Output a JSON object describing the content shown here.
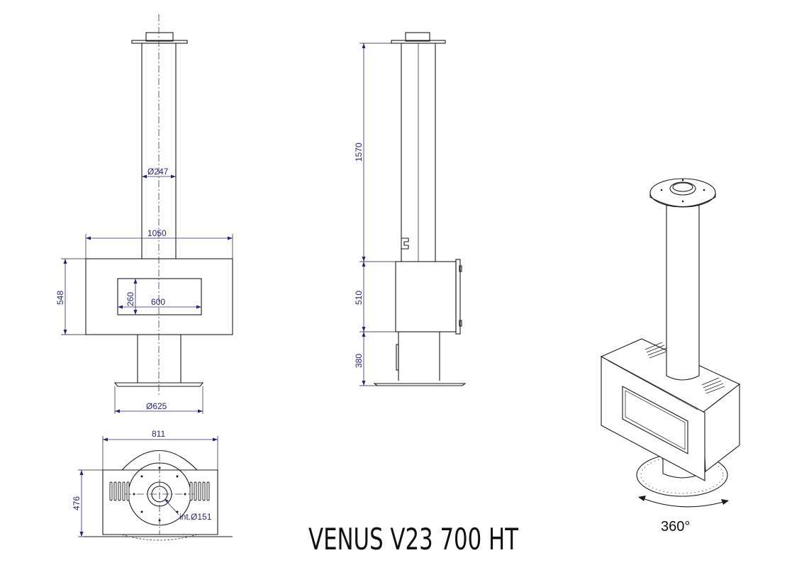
{
  "title": "VENUS V23 700 HT",
  "rotation_label": "360°",
  "front_view": {
    "flue_diameter": "Ø247",
    "body_width": "1050",
    "body_height": "548",
    "window_height": "260",
    "window_width": "600",
    "base_diameter": "Ø625"
  },
  "side_view": {
    "flue_height": "1570",
    "body_height": "510",
    "base_height": "380"
  },
  "top_view": {
    "width": "811",
    "depth": "476",
    "inner_flue_diameter": "int.Ø151"
  },
  "colors": {
    "dimension": "#24247a",
    "line": "#1a1a1a"
  }
}
